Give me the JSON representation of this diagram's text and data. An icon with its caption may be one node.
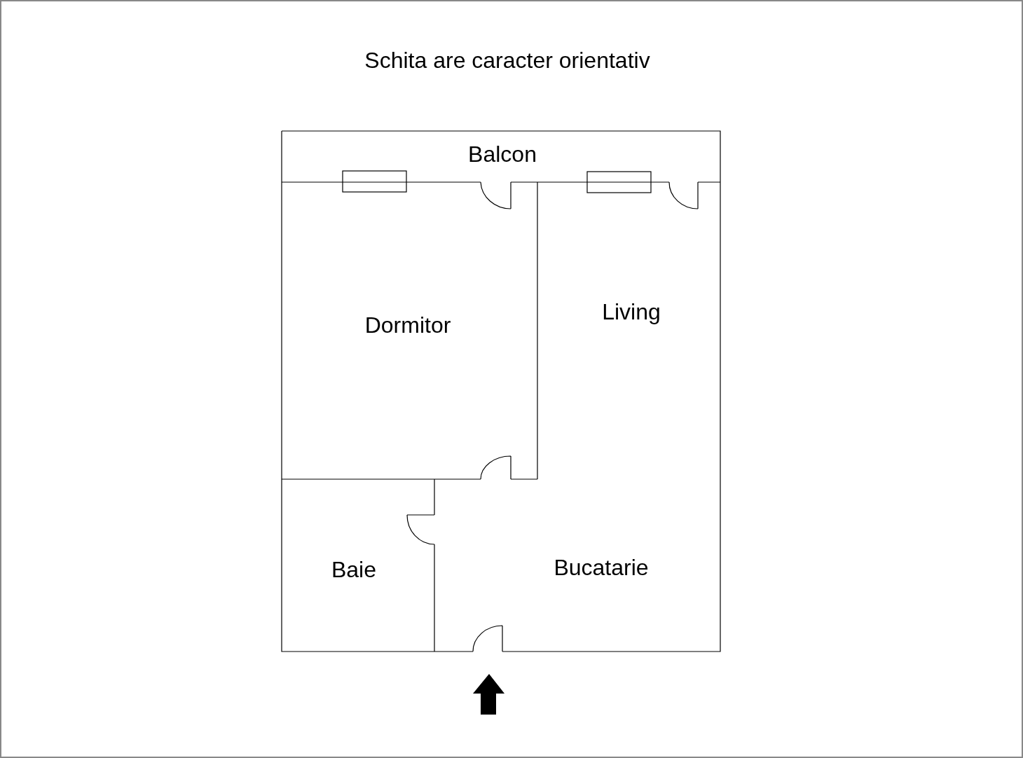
{
  "diagram": {
    "title": "Schita are caracter orientativ",
    "nodes": [
      {
        "text": [
          "Balcon"
        ]
      },
      {
        "text": [
          "Dormitor"
        ]
      },
      {
        "text": [
          "Living"
        ]
      },
      {
        "text": [
          "Baie"
        ]
      },
      {
        "text": [
          "Bucatarie"
        ]
      }
    ]
  }
}
